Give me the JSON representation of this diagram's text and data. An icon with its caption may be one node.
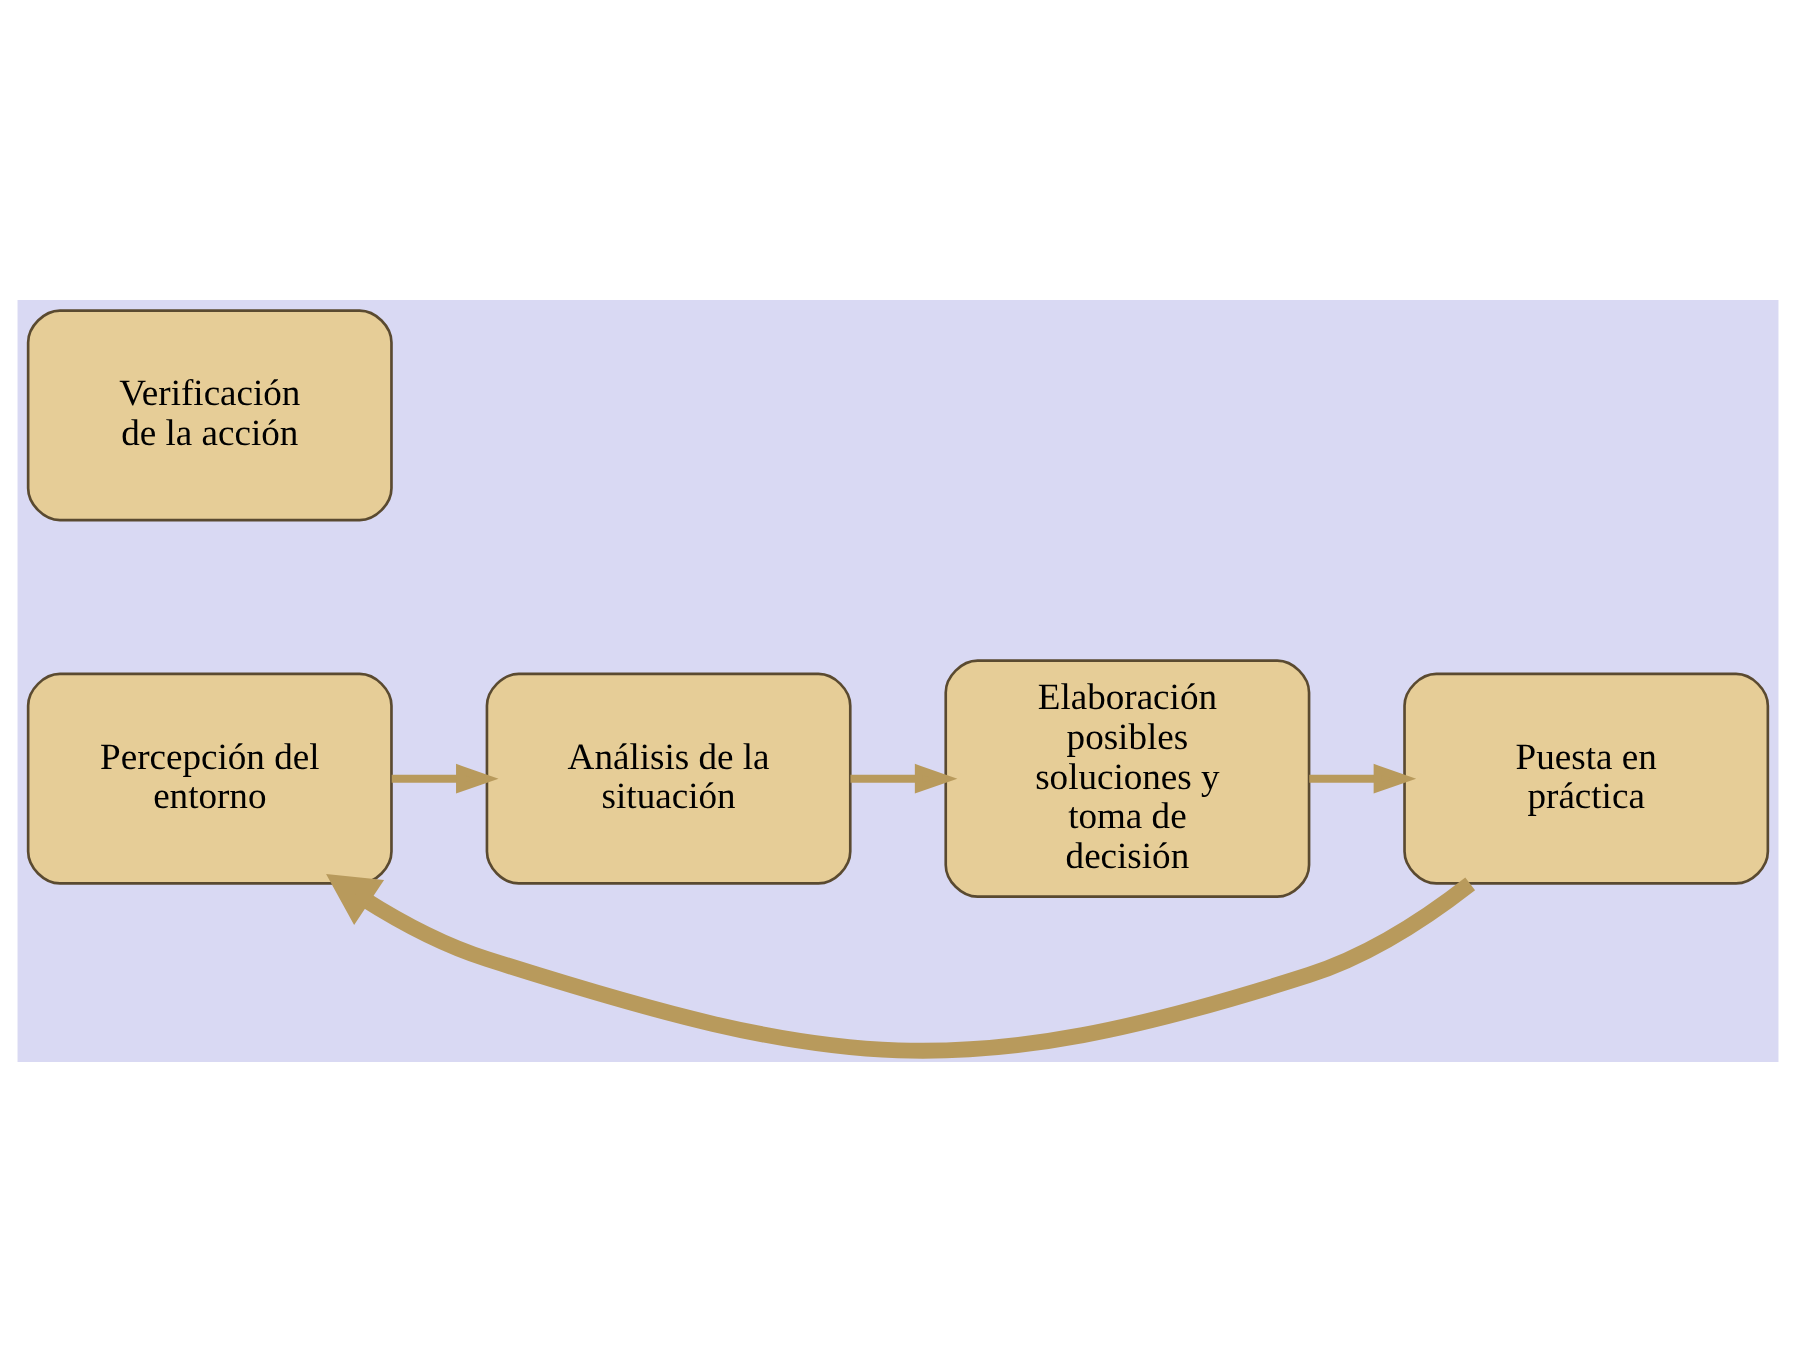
{
  "diagram": {
    "nodes": [
      {
        "text": [
          "Percepción del entorno"
        ]
      },
      {
        "text": [
          "Análisis de la situación"
        ]
      },
      {
        "text": [
          "Elaboración posibles soluciones y toma de decisión"
        ]
      },
      {
        "text": [
          "Puesta en práctica"
        ]
      },
      {
        "text": [
          "Verificación de la acción"
        ]
      }
    ],
    "edges": [
      {
        "from": 0,
        "to": 1,
        "arrow": "to"
      },
      {
        "from": 1,
        "to": 2,
        "arrow": "to"
      },
      {
        "from": 2,
        "to": 3,
        "arrow": "to"
      },
      {
        "from": 3,
        "to": 0,
        "arrow": "to",
        "style": "thick"
      }
    ]
  }
}
